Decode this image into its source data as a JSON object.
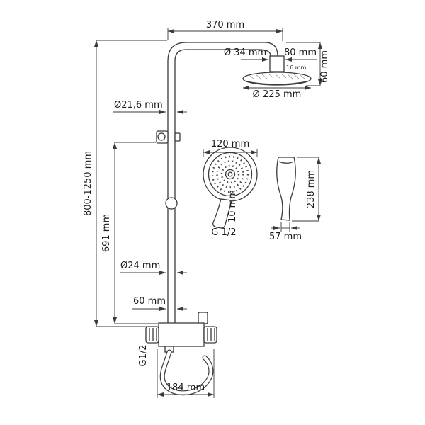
{
  "drawing": {
    "type": "technical-dimension-drawing",
    "subject": "thermostatic shower column with overhead rain shower, hand shower and mixer",
    "colors": {
      "line": "#3a3a3a",
      "text": "#1a1a1a",
      "background": "#ffffff"
    },
    "labels": {
      "top_width": "370 mm",
      "head_connector_dia": "Ø 34 mm",
      "head_arm": "80 mm",
      "head_height": "60 mm",
      "head_dia": "Ø 225 mm",
      "head_edge": "16 mm",
      "riser_dia": "Ø21,6 mm",
      "total_height": "800-1250 mm",
      "bar_height": "691 mm",
      "hand_dia": "120 mm",
      "hand_tip_dia": "10 mm",
      "hand_thread": "G 1/2",
      "hand_length": "238 mm",
      "hand_width": "57 mm",
      "lower_pipe_dia": "Ø24 mm",
      "column_offset": "60 mm",
      "mixer_thread": "G1/2",
      "mixer_width": "184 mm"
    }
  }
}
